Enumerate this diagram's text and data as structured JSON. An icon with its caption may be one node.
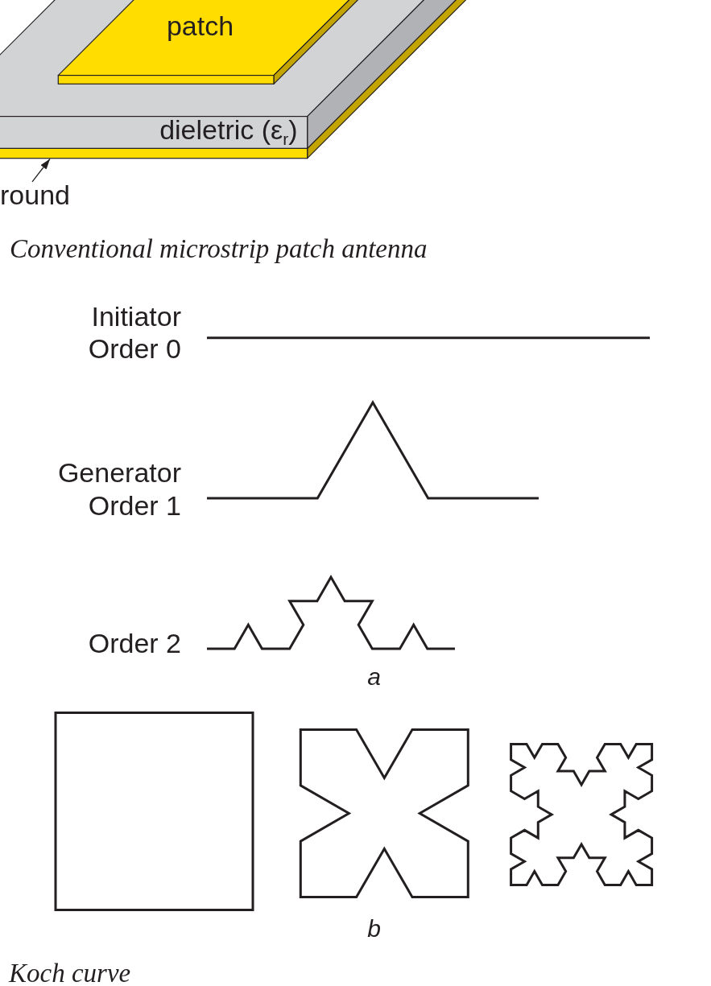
{
  "diagram": {
    "nodes": [
      {
        "text": [],
        "shape": "bar"
      },
      {
        "text": [
          "dieletric (ε$_{r}$)"
        ],
        "in": 0
      },
      {
        "text": [
          "patch"
        ],
        "in": 1
      },
      {
        "text": [
          "round"
        ]
      }
    ],
    "edges": [
      {
        "from": 3,
        "to": 0,
        "arrow": "to"
      }
    ],
    "labels": [
      "Conventional microstrip patch antenna",
      "Initiator Order 0",
      "Generator Order 1",
      "Order 2",
      "a",
      "b",
      "Koch curve"
    ]
  }
}
